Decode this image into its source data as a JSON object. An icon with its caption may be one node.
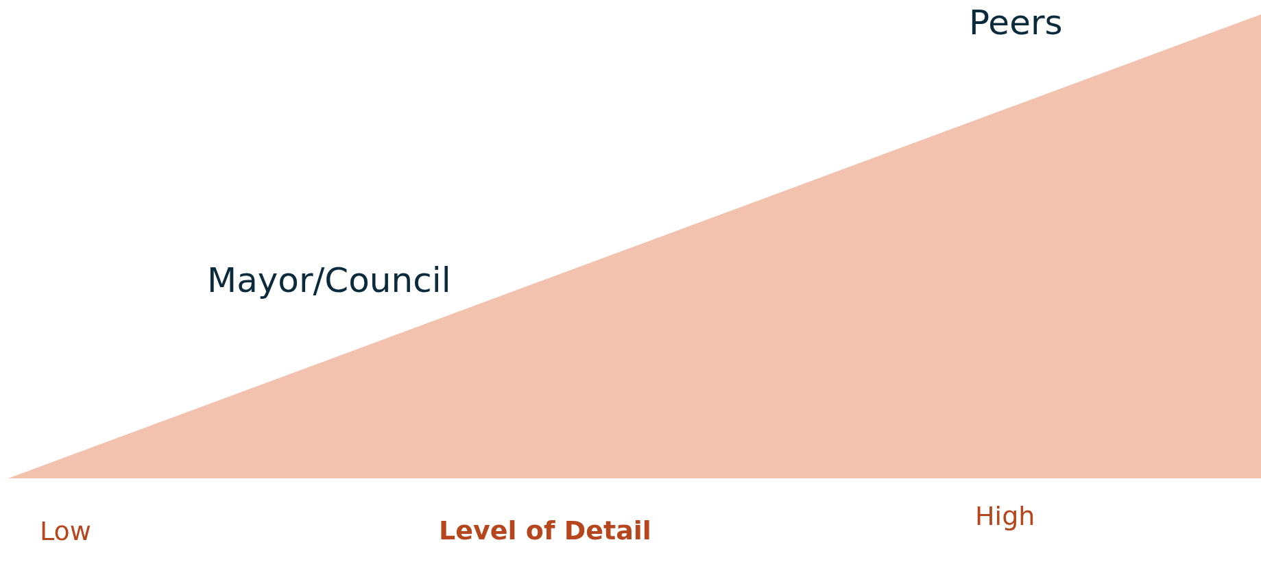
{
  "diagram": {
    "labels": [
      "Peers",
      "Mayor/Council",
      "Low",
      "Level of Detail",
      "High"
    ]
  }
}
